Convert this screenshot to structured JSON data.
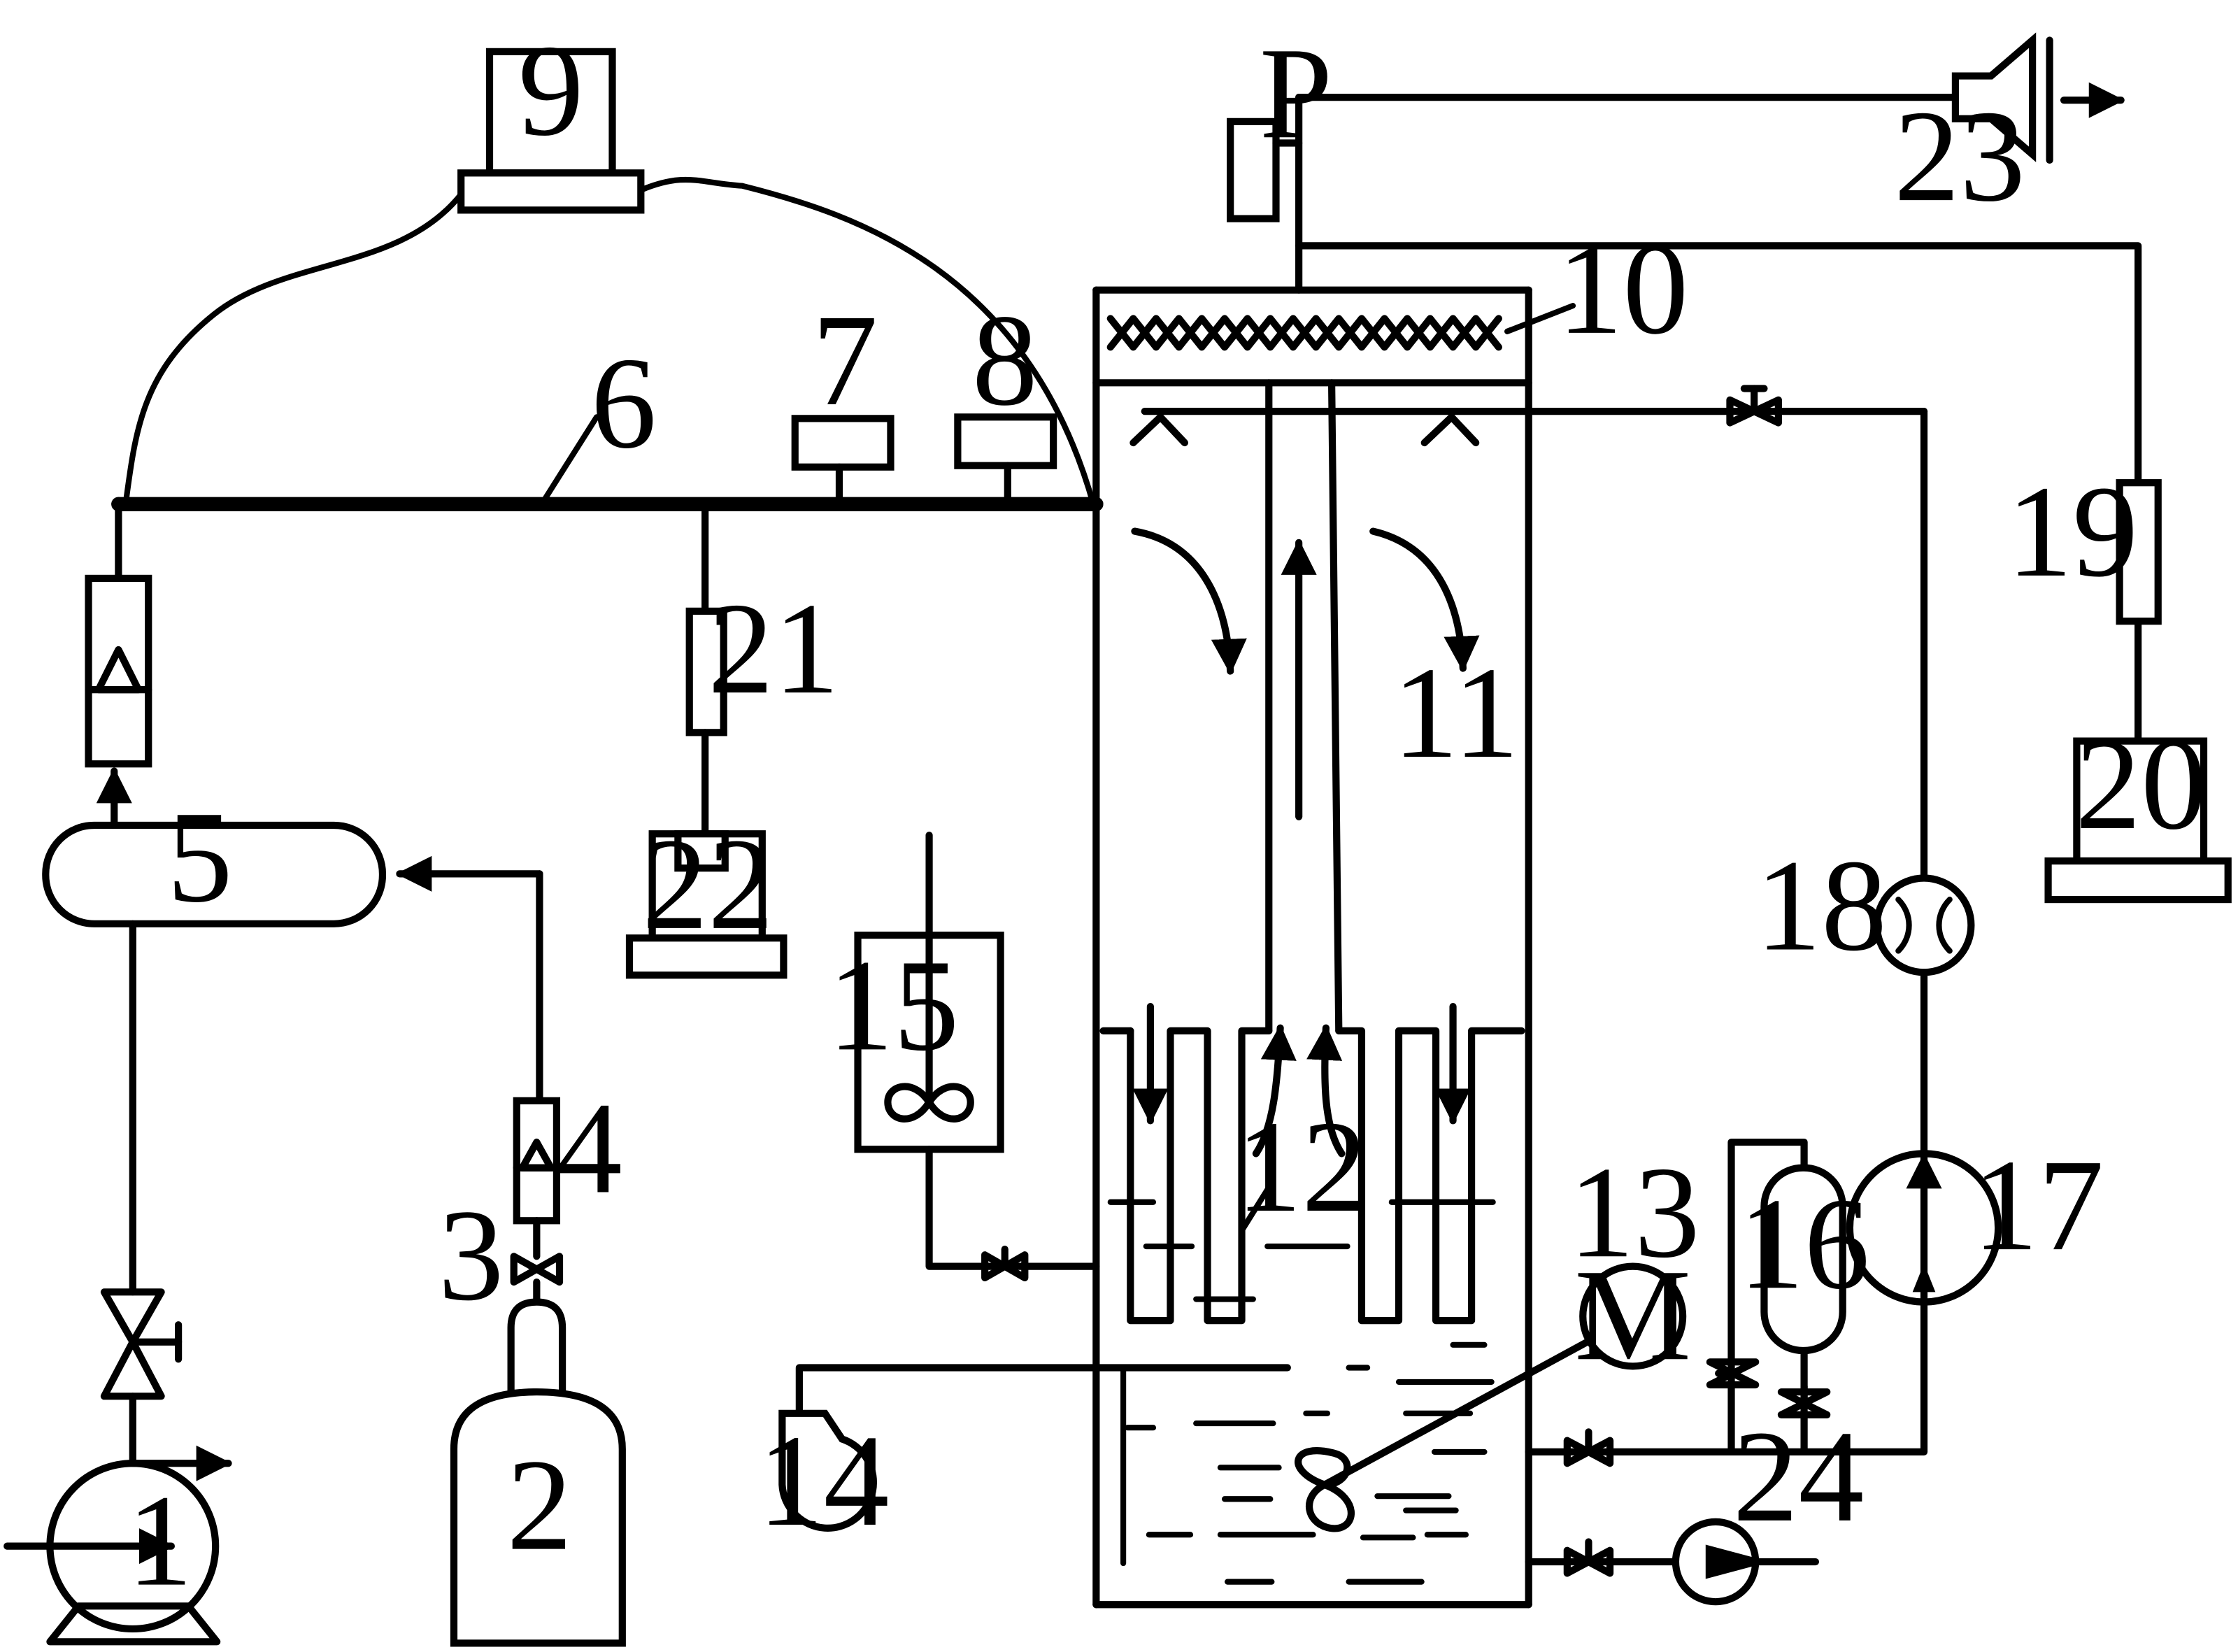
{
  "labels": {
    "n1": "1",
    "n2": "2",
    "n3": "3",
    "n4": "4",
    "n5": "5",
    "n6": "6",
    "n7": "7",
    "n8": "8",
    "n9": "9",
    "n10": "10",
    "n11": "11",
    "n12": "12",
    "n13": "13",
    "n14": "14",
    "n15": "15",
    "n16": "16",
    "n17": "17",
    "n18": "18",
    "n19": "19",
    "n20": "20",
    "n21": "21",
    "n22": "22",
    "n23": "23",
    "n24": "24",
    "p": "P",
    "m": "M"
  }
}
